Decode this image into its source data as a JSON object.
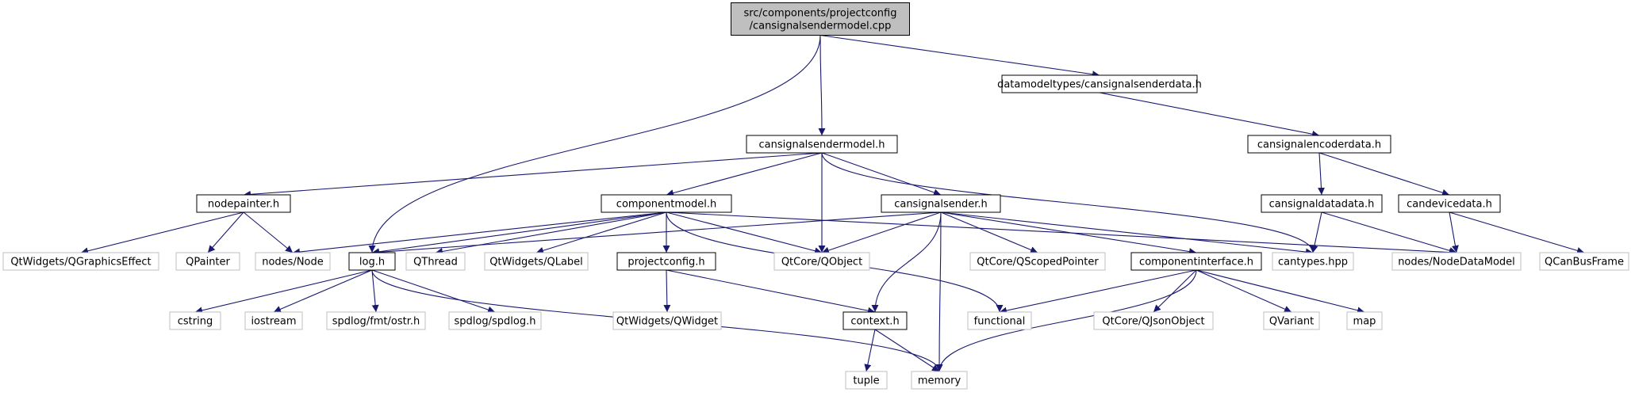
{
  "colors": {
    "edge": "#191970",
    "root_fill": "#bfbfbf",
    "local_border": "#000000",
    "external_border": "#bfbfbf",
    "background": "#ffffff"
  },
  "nodes": [
    {
      "id": "root",
      "label": [
        "src/components/projectconfig",
        "/cansignalsendermodel.cpp"
      ],
      "kind": "root"
    },
    {
      "id": "datamodeltypes_cansignalsenderdata",
      "label": [
        "datamodeltypes/cansignalsenderdata.h"
      ],
      "kind": "local"
    },
    {
      "id": "cansignalsendermodel_h",
      "label": [
        "cansignalsendermodel.h"
      ],
      "kind": "local"
    },
    {
      "id": "cansignalencoderdata_h",
      "label": [
        "cansignalencoderdata.h"
      ],
      "kind": "local"
    },
    {
      "id": "nodepainter_h",
      "label": [
        "nodepainter.h"
      ],
      "kind": "local"
    },
    {
      "id": "componentmodel_h",
      "label": [
        "componentmodel.h"
      ],
      "kind": "local"
    },
    {
      "id": "cansignalsender_h",
      "label": [
        "cansignalsender.h"
      ],
      "kind": "local"
    },
    {
      "id": "cansignaldatadata_h",
      "label": [
        "cansignaldatadata.h"
      ],
      "kind": "local"
    },
    {
      "id": "candevicedata_h",
      "label": [
        "candevicedata.h"
      ],
      "kind": "local"
    },
    {
      "id": "qgraphicseffect",
      "label": [
        "QtWidgets/QGraphicsEffect"
      ],
      "kind": "external"
    },
    {
      "id": "qpainter",
      "label": [
        "QPainter"
      ],
      "kind": "external"
    },
    {
      "id": "nodes_node",
      "label": [
        "nodes/Node"
      ],
      "kind": "external"
    },
    {
      "id": "log_h",
      "label": [
        "log.h"
      ],
      "kind": "local"
    },
    {
      "id": "qthread",
      "label": [
        "QThread"
      ],
      "kind": "external"
    },
    {
      "id": "qlabel",
      "label": [
        "QtWidgets/QLabel"
      ],
      "kind": "external"
    },
    {
      "id": "projectconfig_h",
      "label": [
        "projectconfig.h"
      ],
      "kind": "local"
    },
    {
      "id": "qobject",
      "label": [
        "QtCore/QObject"
      ],
      "kind": "external"
    },
    {
      "id": "qscopedpointer",
      "label": [
        "QtCore/QScopedPointer"
      ],
      "kind": "external"
    },
    {
      "id": "componentinterface_h",
      "label": [
        "componentinterface.h"
      ],
      "kind": "local"
    },
    {
      "id": "cantypes_hpp",
      "label": [
        "cantypes.hpp"
      ],
      "kind": "external"
    },
    {
      "id": "nodedatamodel",
      "label": [
        "nodes/NodeDataModel"
      ],
      "kind": "external"
    },
    {
      "id": "qcanbusframe",
      "label": [
        "QCanBusFrame"
      ],
      "kind": "external"
    },
    {
      "id": "cstring",
      "label": [
        "cstring"
      ],
      "kind": "external"
    },
    {
      "id": "iostream",
      "label": [
        "iostream"
      ],
      "kind": "external"
    },
    {
      "id": "fmt_ostr",
      "label": [
        "spdlog/fmt/ostr.h"
      ],
      "kind": "external"
    },
    {
      "id": "spdlog_h",
      "label": [
        "spdlog/spdlog.h"
      ],
      "kind": "external"
    },
    {
      "id": "qwidget",
      "label": [
        "QtWidgets/QWidget"
      ],
      "kind": "external"
    },
    {
      "id": "context_h",
      "label": [
        "context.h"
      ],
      "kind": "local"
    },
    {
      "id": "functional",
      "label": [
        "functional"
      ],
      "kind": "external"
    },
    {
      "id": "qjsonobject",
      "label": [
        "QtCore/QJsonObject"
      ],
      "kind": "external"
    },
    {
      "id": "qvariant",
      "label": [
        "QVariant"
      ],
      "kind": "external"
    },
    {
      "id": "map",
      "label": [
        "map"
      ],
      "kind": "external"
    },
    {
      "id": "tuple",
      "label": [
        "tuple"
      ],
      "kind": "external"
    },
    {
      "id": "memory",
      "label": [
        "memory"
      ],
      "kind": "external"
    }
  ],
  "edges": [
    [
      "root",
      "log_h"
    ],
    [
      "root",
      "cansignalsendermodel_h"
    ],
    [
      "root",
      "datamodeltypes_cansignalsenderdata"
    ],
    [
      "datamodeltypes_cansignalsenderdata",
      "cansignalencoderdata_h"
    ],
    [
      "cansignalencoderdata_h",
      "cansignaldatadata_h"
    ],
    [
      "cansignalencoderdata_h",
      "candevicedata_h"
    ],
    [
      "cansignaldatadata_h",
      "cantypes_hpp"
    ],
    [
      "cansignaldatadata_h",
      "nodedatamodel"
    ],
    [
      "candevicedata_h",
      "nodedatamodel"
    ],
    [
      "candevicedata_h",
      "qcanbusframe"
    ],
    [
      "cansignalsendermodel_h",
      "nodepainter_h"
    ],
    [
      "cansignalsendermodel_h",
      "componentmodel_h"
    ],
    [
      "cansignalsendermodel_h",
      "qobject"
    ],
    [
      "cansignalsendermodel_h",
      "cansignalsender_h"
    ],
    [
      "cansignalsendermodel_h",
      "cantypes_hpp"
    ],
    [
      "nodepainter_h",
      "qgraphicseffect"
    ],
    [
      "nodepainter_h",
      "qpainter"
    ],
    [
      "nodepainter_h",
      "nodes_node"
    ],
    [
      "componentmodel_h",
      "nodes_node"
    ],
    [
      "componentmodel_h",
      "log_h"
    ],
    [
      "componentmodel_h",
      "qthread"
    ],
    [
      "componentmodel_h",
      "qlabel"
    ],
    [
      "componentmodel_h",
      "projectconfig_h"
    ],
    [
      "componentmodel_h",
      "qobject"
    ],
    [
      "componentmodel_h",
      "functional"
    ],
    [
      "componentmodel_h",
      "nodedatamodel"
    ],
    [
      "cansignalsender_h",
      "log_h"
    ],
    [
      "cansignalsender_h",
      "qobject"
    ],
    [
      "cansignalsender_h",
      "qscopedpointer"
    ],
    [
      "cansignalsender_h",
      "componentinterface_h"
    ],
    [
      "cansignalsender_h",
      "cantypes_hpp"
    ],
    [
      "cansignalsender_h",
      "context_h"
    ],
    [
      "cansignalsender_h",
      "memory"
    ],
    [
      "log_h",
      "cstring"
    ],
    [
      "log_h",
      "iostream"
    ],
    [
      "log_h",
      "fmt_ostr"
    ],
    [
      "log_h",
      "spdlog_h"
    ],
    [
      "log_h",
      "memory"
    ],
    [
      "projectconfig_h",
      "qwidget"
    ],
    [
      "projectconfig_h",
      "context_h"
    ],
    [
      "componentinterface_h",
      "functional"
    ],
    [
      "componentinterface_h",
      "qjsonobject"
    ],
    [
      "componentinterface_h",
      "qvariant"
    ],
    [
      "componentinterface_h",
      "map"
    ],
    [
      "componentinterface_h",
      "memory"
    ],
    [
      "context_h",
      "tuple"
    ],
    [
      "context_h",
      "memory"
    ]
  ]
}
